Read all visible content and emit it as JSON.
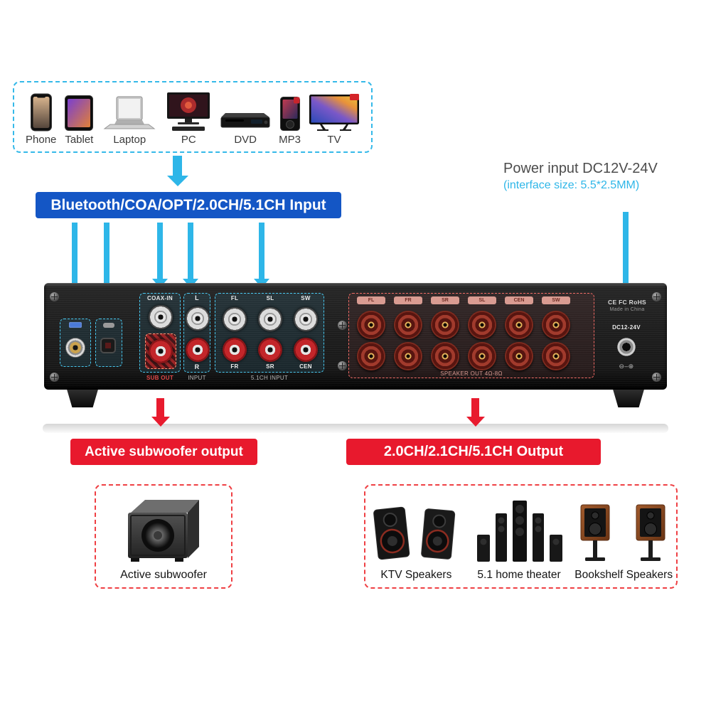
{
  "devices": {
    "items": [
      {
        "label": "Phone"
      },
      {
        "label": "Tablet"
      },
      {
        "label": "Laptop"
      },
      {
        "label": "PC"
      },
      {
        "label": "DVD"
      },
      {
        "label": "MP3"
      },
      {
        "label": "TV"
      }
    ]
  },
  "input_banner": {
    "label": "Bluetooth/COA/OPT/2.0CH/5.1CH Input"
  },
  "power_note": {
    "title": "Power input DC12V-24V",
    "subtitle": "(interface size: 5.5*2.5MM)"
  },
  "rear_panel": {
    "coax_label": "COAX-IN",
    "sub_out_label": "SUB OUT",
    "stereo_top_label": "L",
    "stereo_bottom_label": "R",
    "stereo_section_label": "INPUT",
    "ch51_top_labels": [
      "FL",
      "SL",
      "SW"
    ],
    "ch51_bottom_labels": [
      "FR",
      "SR",
      "CEN"
    ],
    "ch51_section_label": "5.1CH INPUT",
    "speaker_post_labels": [
      "FL",
      "FR",
      "SR",
      "SL",
      "CEN",
      "SW"
    ],
    "speaker_section_label": "SPEAKER OUT 4Ω-8Ω",
    "certifications": "CE FC RoHS",
    "origin": "Made in China",
    "dc_jack_label": "DC12-24V",
    "polarity_label": "⊖–⊕"
  },
  "subwoofer_banner": {
    "label": "Active subwoofer output"
  },
  "output_banner": {
    "label": "2.0CH/2.1CH/5.1CH Output"
  },
  "subwoofer_box": {
    "caption": "Active subwoofer"
  },
  "speakers_box": {
    "items": [
      {
        "caption": "KTV Speakers"
      },
      {
        "caption": "5.1 home theater"
      },
      {
        "caption": "Bookshelf Speakers"
      }
    ]
  }
}
